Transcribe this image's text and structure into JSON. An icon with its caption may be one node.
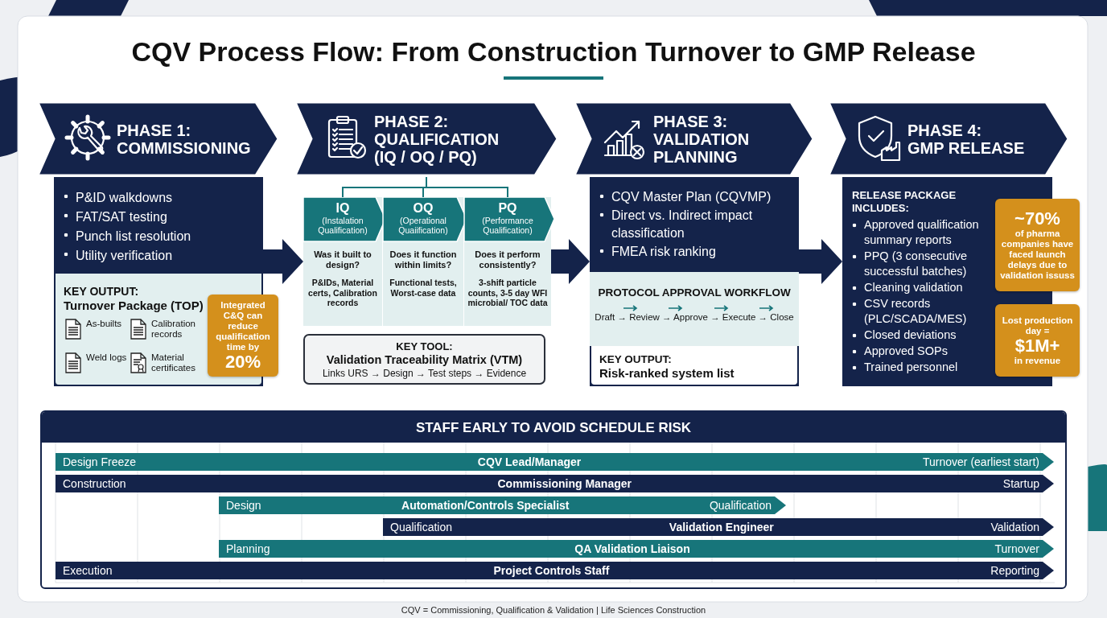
{
  "diagram": {
    "title": "CQV Process Flow: From Construction Turnover to GMP Release",
    "caption": "CQV = Commissioning, Qualification & Validation |  Life Sciences Construction",
    "nodes": [
      {
        "text": [
          "PHASE 1:",
          "COMMISSIONING"
        ]
      },
      {
        "text": [
          "P&ID walkdowns",
          "FAT/SAT testing",
          "Punch list resolution",
          "Utility verification"
        ]
      },
      {
        "text": [
          "KEY OUTPUT:",
          "Turnover Package (TOP)",
          "As-builts",
          "Calibration records",
          "Weld logs",
          "Material certificates"
        ],
        "in": 1
      },
      {
        "text": [
          "Integrated C&Q can reduce qualification time by",
          "20%"
        ]
      },
      {
        "text": [
          "PHASE 2:",
          "QUALIFICATION (IQ / OQ / PQ)"
        ]
      },
      {
        "text": [
          "IQ",
          "(Instalation Qualification)",
          "Was it built to design?",
          "P&IDs, Material certs, Calibration records"
        ]
      },
      {
        "text": [
          "OQ",
          "(Operational Quaiification)",
          "Does it function within limits?",
          "Functional tests, Worst-case data"
        ]
      },
      {
        "text": [
          "PQ",
          "(Performance Qualification)",
          "Does it perform consistently?",
          "3-shift particle counts, 3-5 day WFI microbial/ TOC data"
        ]
      },
      {
        "text": [
          "KEY TOOL:",
          "Validation Traceability Matrix (VTM)",
          "Links URS → Design → Test steps → Evidence"
        ]
      },
      {
        "text": [
          "PHASE 3:",
          "VALIDATION PLANNING"
        ]
      },
      {
        "text": [
          "CQV Master Plan (CQVMP)",
          "Direct vs. Indirect impact classification",
          "FMEA risk ranking"
        ]
      },
      {
        "text": [
          "PROTOCOL APPROVAL WORKFLOW",
          "Draft → Review → Approve → Execute → Close"
        ],
        "in": 10
      },
      {
        "text": [
          "KEY OUTPUT:",
          "Risk-ranked system list"
        ],
        "in": 10
      },
      {
        "text": [
          "PHASE 4:",
          "GMP RELEASE"
        ]
      },
      {
        "text": [
          "RELEASE PACKAGE INCLUDES:",
          "Approved qualification summary reports",
          "PPQ (3 consecutive successful batches)",
          "Cleaning validation",
          "CSV records (PLC/SCADA/MES)",
          "Closed deviations",
          "Approved SOPs",
          "Trained personnel"
        ]
      },
      {
        "text": [
          "~70%",
          "of pharma companies have faced launch delays due to validation issuss"
        ]
      },
      {
        "text": [
          "Lost production day =",
          "$1M+",
          "in revenue"
        ]
      },
      {
        "text": [
          "STAFF EARLY TO AVOID SCHEDULE RISK"
        ]
      },
      {
        "text": [
          "Design Freeze",
          "CQV Lead/Manager",
          "Turnover (earliest start)"
        ],
        "in": 17
      },
      {
        "text": [
          "Construction",
          "Commissioning Manager",
          "Startup"
        ],
        "in": 17
      },
      {
        "text": [
          "Design",
          "Automation/Controls Specialist",
          "Qualification"
        ],
        "in": 17
      },
      {
        "text": [
          "Qualification",
          "Validation Engineer",
          "Validation"
        ],
        "in": 17
      },
      {
        "text": [
          "Planning",
          "QA Validation Liaison",
          "Turnover"
        ],
        "in": 17
      },
      {
        "text": [
          "Execution",
          "Project Controls Staff",
          "Reporting"
        ],
        "in": 17
      }
    ],
    "edges": [
      {
        "from": 1,
        "to": 5,
        "arrow": "to",
        "style": "thick"
      },
      {
        "from": 4,
        "to": 5,
        "arrow": "none"
      },
      {
        "from": 4,
        "to": 6,
        "arrow": "none"
      },
      {
        "from": 4,
        "to": 7,
        "arrow": "none"
      },
      {
        "from": 7,
        "to": 10,
        "arrow": "to",
        "style": "thick"
      },
      {
        "from": 10,
        "to": 14,
        "arrow": "to",
        "style": "thick"
      }
    ]
  }
}
